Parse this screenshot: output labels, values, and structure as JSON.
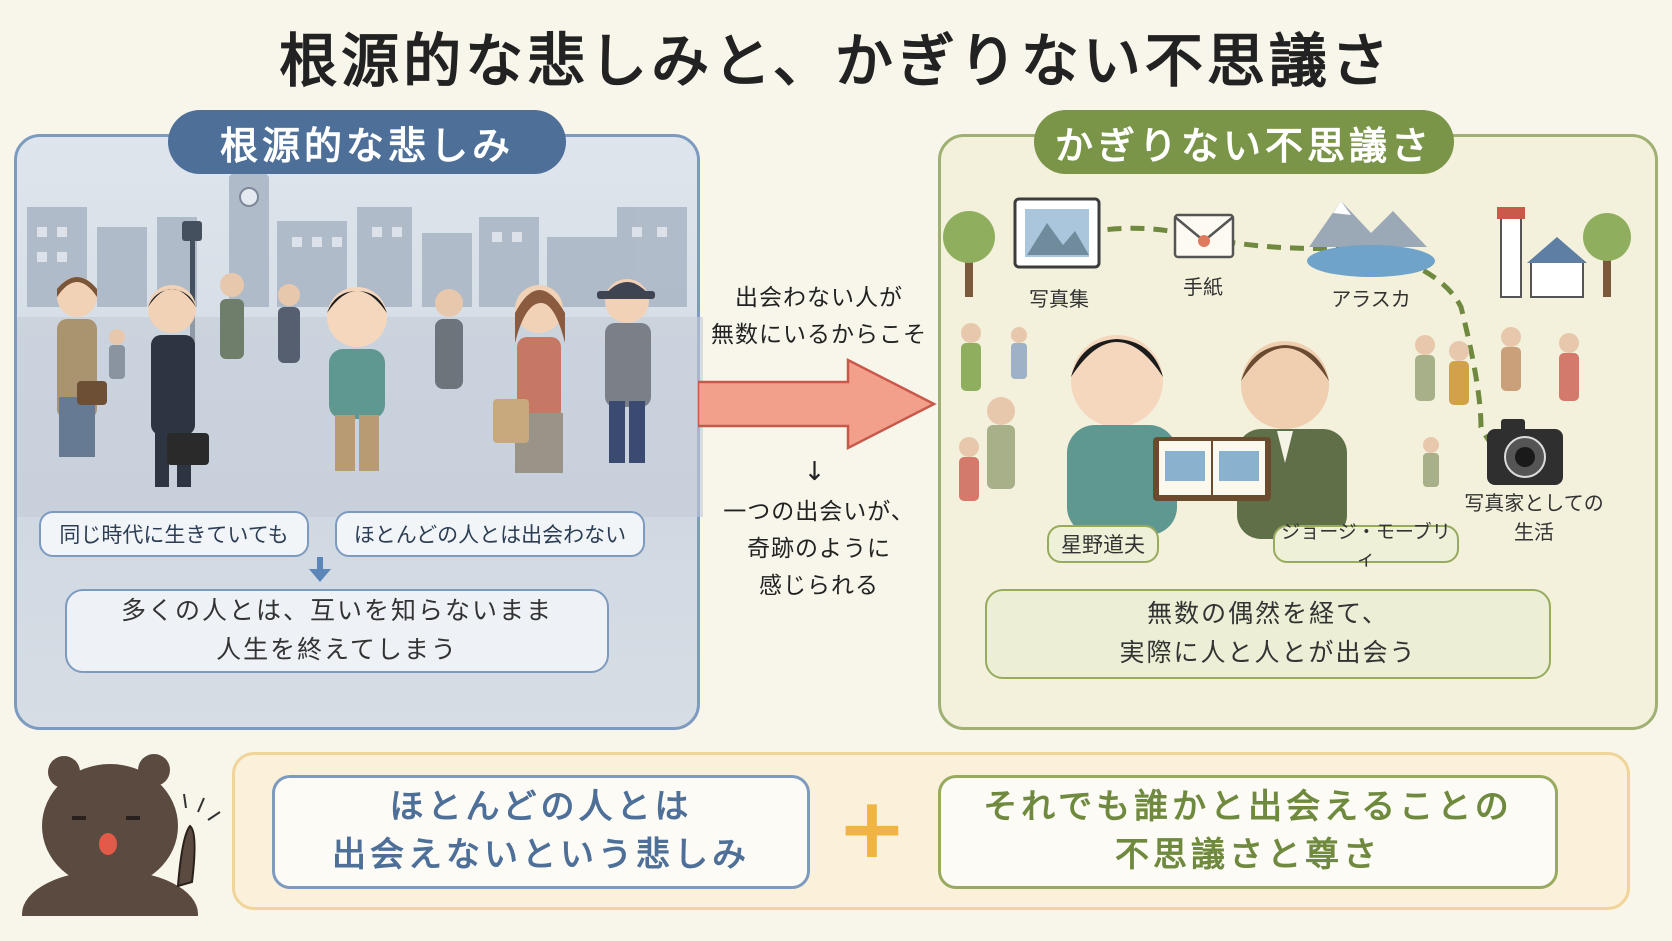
{
  "title": "根源的な悲しみと、かぎりない不思議さ",
  "left_panel": {
    "heading": "根源的な悲しみ",
    "chips": [
      "同じ時代に生きていても",
      "ほとんどの人とは出会わない"
    ],
    "summary_lines": [
      "多くの人とは、互いを知らないまま",
      "人生を終えてしまう"
    ]
  },
  "middle": {
    "top_lines": [
      "出会わない人が",
      "無数にいるからこそ"
    ],
    "arrow_glyph": "↓",
    "bottom_lines": [
      "一つの出会いが、",
      "奇跡のように",
      "感じられる"
    ]
  },
  "right_panel": {
    "heading": "かぎりない不思議さ",
    "icon_labels": {
      "photobook": "写真集",
      "letter": "手紙",
      "alaska": "アラスカ"
    },
    "camera_label_lines": [
      "写真家としての",
      "生活"
    ],
    "person_left": "星野道夫",
    "person_right": "ジョージ・モーブリィ",
    "summary_lines": [
      "無数の偶然を経て、",
      "実際に人と人とが出会う"
    ]
  },
  "bottom": {
    "left_lines": [
      "ほとんどの人とは",
      "出会えないという悲しみ"
    ],
    "plus": "+",
    "right_lines": [
      "それでも誰かと出会えることの",
      "不思議さと尊さ"
    ]
  },
  "colors": {
    "blue_accent": "#4d6f98",
    "green_accent": "#7a9448",
    "arrow": "#f2a08c",
    "plus": "#f0b442"
  }
}
